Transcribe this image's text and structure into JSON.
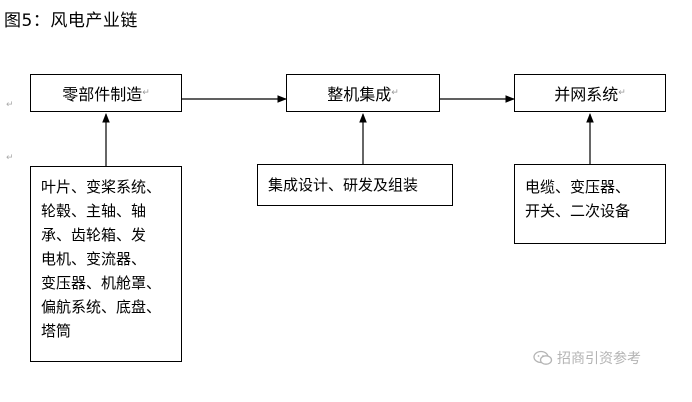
{
  "title": "图5：风电产业链",
  "nodes": {
    "components": "零部件制造",
    "integration": "整机集成",
    "grid": "并网系统"
  },
  "details": {
    "components": "叶片、变桨系统、\n轮毂、主轴、轴\n承、齿轮箱、发\n电机、变流器、\n变压器、机舱罩、\n偏航系统、底盘、\n塔筒",
    "integration": "集成设计、研发及组装",
    "grid": "电缆、变压器、\n开关、二次设备"
  },
  "watermark": "招商引资参考",
  "watermark_icon": "wechat-icon"
}
